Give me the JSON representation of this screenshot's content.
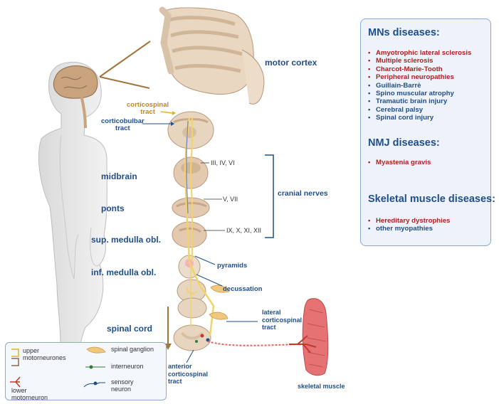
{
  "colors": {
    "accent": "#1f4e8c",
    "disease_red": "#b01e1e",
    "tract_gold": "#b8860b",
    "panel_bg": "#eef3fb",
    "muscle": "#e06666"
  },
  "labels": {
    "motor_cortex": "motor cortex",
    "corticospinal_tract": "corticospinal\ntract",
    "corticobulbar_tract": "corticobulbar\ntract",
    "midbrain": "midbrain",
    "ponts": "ponts",
    "sup_medulla": "sup. medulla obl.",
    "inf_medulla": "inf. medulla obl.",
    "spinal_cord": "spinal cord",
    "nerves_midbrain": "III, IV, VI",
    "nerves_pons": "V, VII",
    "nerves_medulla": "IX, X, XI, XII",
    "cranial_nerves": "cranial nerves",
    "pyramids": "pyramids",
    "decussation": "decussation",
    "lateral_cst": "lateral\ncorticospinal\ntract",
    "anterior_cst": "anterior\ncorticospinal\ntract",
    "skeletal_muscle": "skeletal muscle"
  },
  "panel": {
    "mns_title": "MNs diseases:",
    "mns": [
      {
        "text": "Amyotrophic lateral sclerosis",
        "color": "red"
      },
      {
        "text": "Multiple sclerosis",
        "color": "red"
      },
      {
        "text": "Charcot-Marie-Tooth",
        "color": "red"
      },
      {
        "text": "Peripheral neuropathies",
        "color": "red"
      },
      {
        "text": "Guillain-Barrè",
        "color": "blue"
      },
      {
        "text": "Spino muscular atrophy",
        "color": "blue"
      },
      {
        "text": "Tramautic brain injury",
        "color": "blue"
      },
      {
        "text": "Cerebral palsy",
        "color": "blue"
      },
      {
        "text": "Spinal cord injury",
        "color": "blue"
      }
    ],
    "nmj_title": "NMJ diseases:",
    "nmj": [
      {
        "text": "Myastenia gravis",
        "color": "red"
      }
    ],
    "skm_title": "Skeletal muscle diseases:",
    "skm": [
      {
        "text": "Hereditary dystrophies",
        "color": "red"
      },
      {
        "text": "other myopathies",
        "color": "blue"
      }
    ]
  },
  "legend": {
    "upper": "upper\nmotorneurones",
    "lower": "lower\nmotorneuron",
    "ganglion": "spinal ganglion",
    "interneuron": "interneuron",
    "sensory": "sensory\nneuron"
  }
}
